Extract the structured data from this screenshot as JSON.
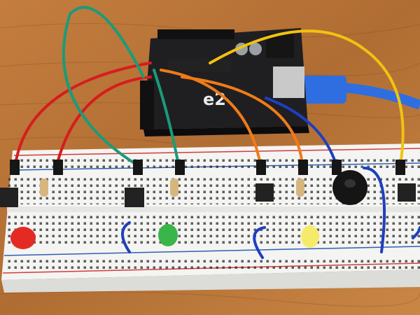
{
  "photo": {
    "subject": "arduino-breadboard-circuit",
    "board": {
      "name": "Arduino Uno",
      "logo_text": "e2",
      "colors": {
        "pcb": "#1f1f22",
        "header": "#111111",
        "usb_port": "#c9c9c9"
      }
    },
    "breadboard": {
      "colors": {
        "body": "#f4f4f2",
        "rail_red": "#d33b3b",
        "rail_blue": "#2f5fb3",
        "hole": "#2b2b2b"
      }
    },
    "components": {
      "buttons": 4,
      "leds": [
        "red",
        "green",
        "yellow"
      ],
      "resistors": 3,
      "buzzer": 1
    },
    "wire_colors": {
      "red": "#d61d1d",
      "teal": "#1b9b7a",
      "orange": "#f07b18",
      "blue": "#1f3fbf",
      "yellow": "#f2c20f",
      "black": "#161616",
      "usb_cable": "#2f6ee0"
    },
    "surface_color": "#b87436"
  }
}
